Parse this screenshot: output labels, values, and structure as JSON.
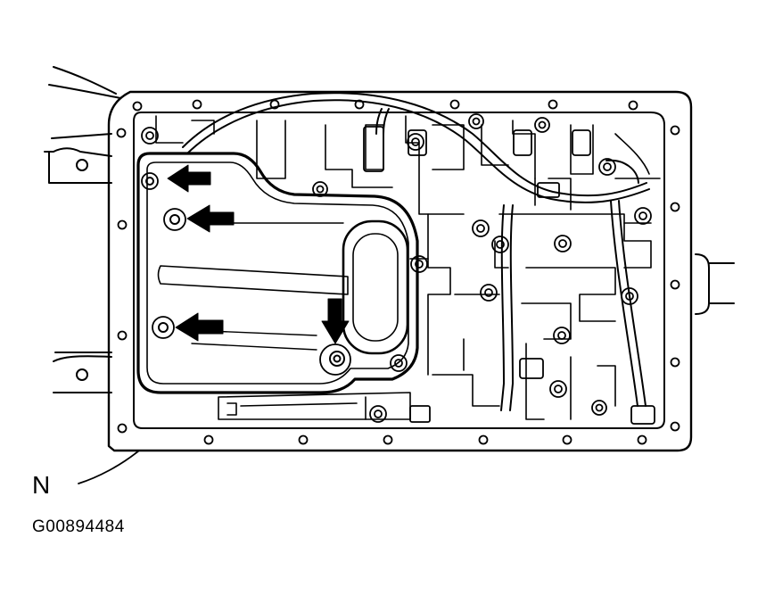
{
  "callout_letter": "N",
  "figure_code": "G00894484",
  "colors": {
    "line": "#000000",
    "background": "#ffffff"
  },
  "arrows": {
    "count": 4,
    "direction": [
      "left",
      "left",
      "left",
      "down"
    ]
  }
}
